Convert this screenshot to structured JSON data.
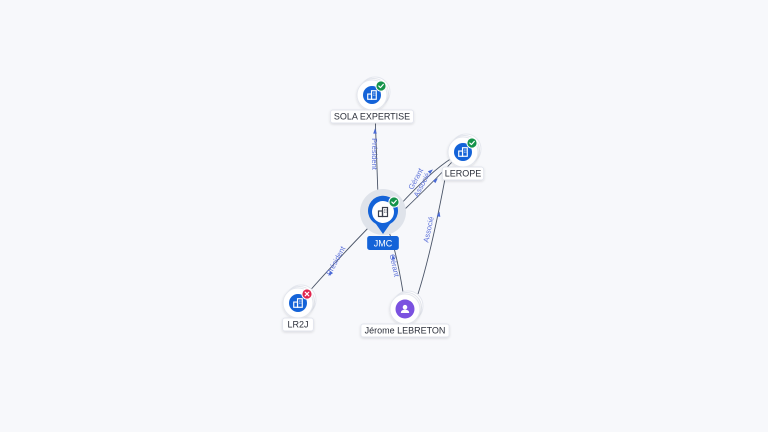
{
  "diagram": {
    "nodes": [
      {
        "id": "jmc",
        "label": "JMC",
        "type": "company",
        "status": "active",
        "focus": true
      },
      {
        "id": "sola",
        "label": "SOLA EXPERTISE",
        "type": "company",
        "status": "active"
      },
      {
        "id": "lerope",
        "label": "LEROPE",
        "type": "company",
        "status": "active"
      },
      {
        "id": "lr2j",
        "label": "LR2J",
        "type": "company",
        "status": "closed"
      },
      {
        "id": "jerome",
        "label": "Jérome LEBRETON",
        "type": "person",
        "status": "none"
      }
    ],
    "edges": [
      {
        "id": "e1",
        "from": "jmc",
        "to": "sola",
        "label": "Président"
      },
      {
        "id": "e2",
        "from": "jmc",
        "to": "lerope",
        "label": "Gérant"
      },
      {
        "id": "e3",
        "from": "jmc",
        "to": "lerope",
        "label": "Associé"
      },
      {
        "id": "e4",
        "from": "jmc",
        "to": "lr2j",
        "label": "Président"
      },
      {
        "id": "e5",
        "from": "jerome",
        "to": "jmc",
        "label": "Gérant"
      },
      {
        "id": "e6",
        "from": "jerome",
        "to": "lerope",
        "label": "Associé"
      }
    ],
    "icons": {
      "company": "building-icon",
      "person": "person-icon",
      "active": "check-badge-icon",
      "closed": "close-badge-icon"
    },
    "colors": {
      "company": "#1463d8",
      "focus": "#1463d8",
      "person": "#7b52e0",
      "active": "#14934a",
      "closed": "#e0244e",
      "edge": "#4b5568",
      "edge_label": "#5a6fd8"
    }
  }
}
